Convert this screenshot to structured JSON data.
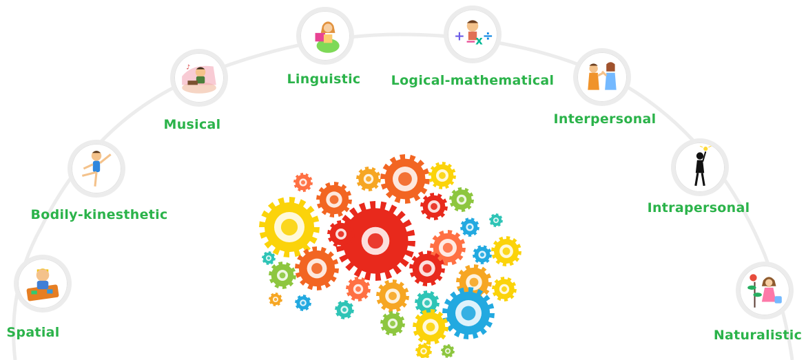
{
  "intelligences": [
    {
      "label": "Spatial",
      "icon": "spatial-icon"
    },
    {
      "label": "Bodily-kinesthetic",
      "icon": "bodily-kinesthetic-icon"
    },
    {
      "label": "Musical",
      "icon": "musical-icon"
    },
    {
      "label": "Linguistic",
      "icon": "linguistic-icon"
    },
    {
      "label": "Logical-mathematical",
      "icon": "logical-mathematical-icon"
    },
    {
      "label": "Interpersonal",
      "icon": "interpersonal-icon"
    },
    {
      "label": "Intrapersonal",
      "icon": "intrapersonal-icon"
    },
    {
      "label": "Naturalistic",
      "icon": "naturalistic-icon"
    }
  ],
  "center_icon": "gear-brain-icon",
  "colors": {
    "label": "#2bb34a",
    "arc": "#ececec",
    "ring": "#ececec",
    "gears": [
      "#e8291c",
      "#f6a623",
      "#fbd30a",
      "#22a9e0",
      "#2ec4b6",
      "#f26522",
      "#8dc63f",
      "#ff7043"
    ]
  }
}
